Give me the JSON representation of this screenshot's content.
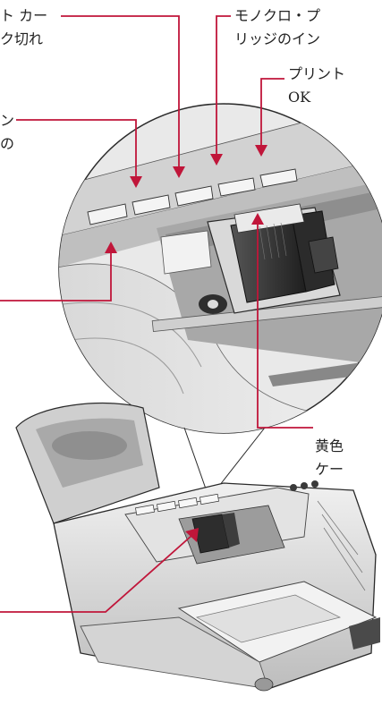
{
  "callouts": {
    "color_ink": {
      "line1": "ト カー",
      "line2": "ク切れ"
    },
    "mono_cartridge": {
      "line1": "モノクロ・プ",
      "line2": "リッジのイン"
    },
    "print_ok": {
      "line1": "プリント",
      "line2": "OK"
    },
    "left_mid": {
      "line1": "ン",
      "line2": "の"
    },
    "yellow": {
      "line1": "黄色",
      "line2": "ケー"
    }
  },
  "colors": {
    "leader_line": "#c0163a",
    "arrow": "#c0163a",
    "outline": "#2a2a2a",
    "printer_light": "#e6e6e6",
    "printer_mid": "#c4c4c4",
    "printer_dark": "#8a8a8a",
    "cartridge": "#3a3a3a"
  }
}
